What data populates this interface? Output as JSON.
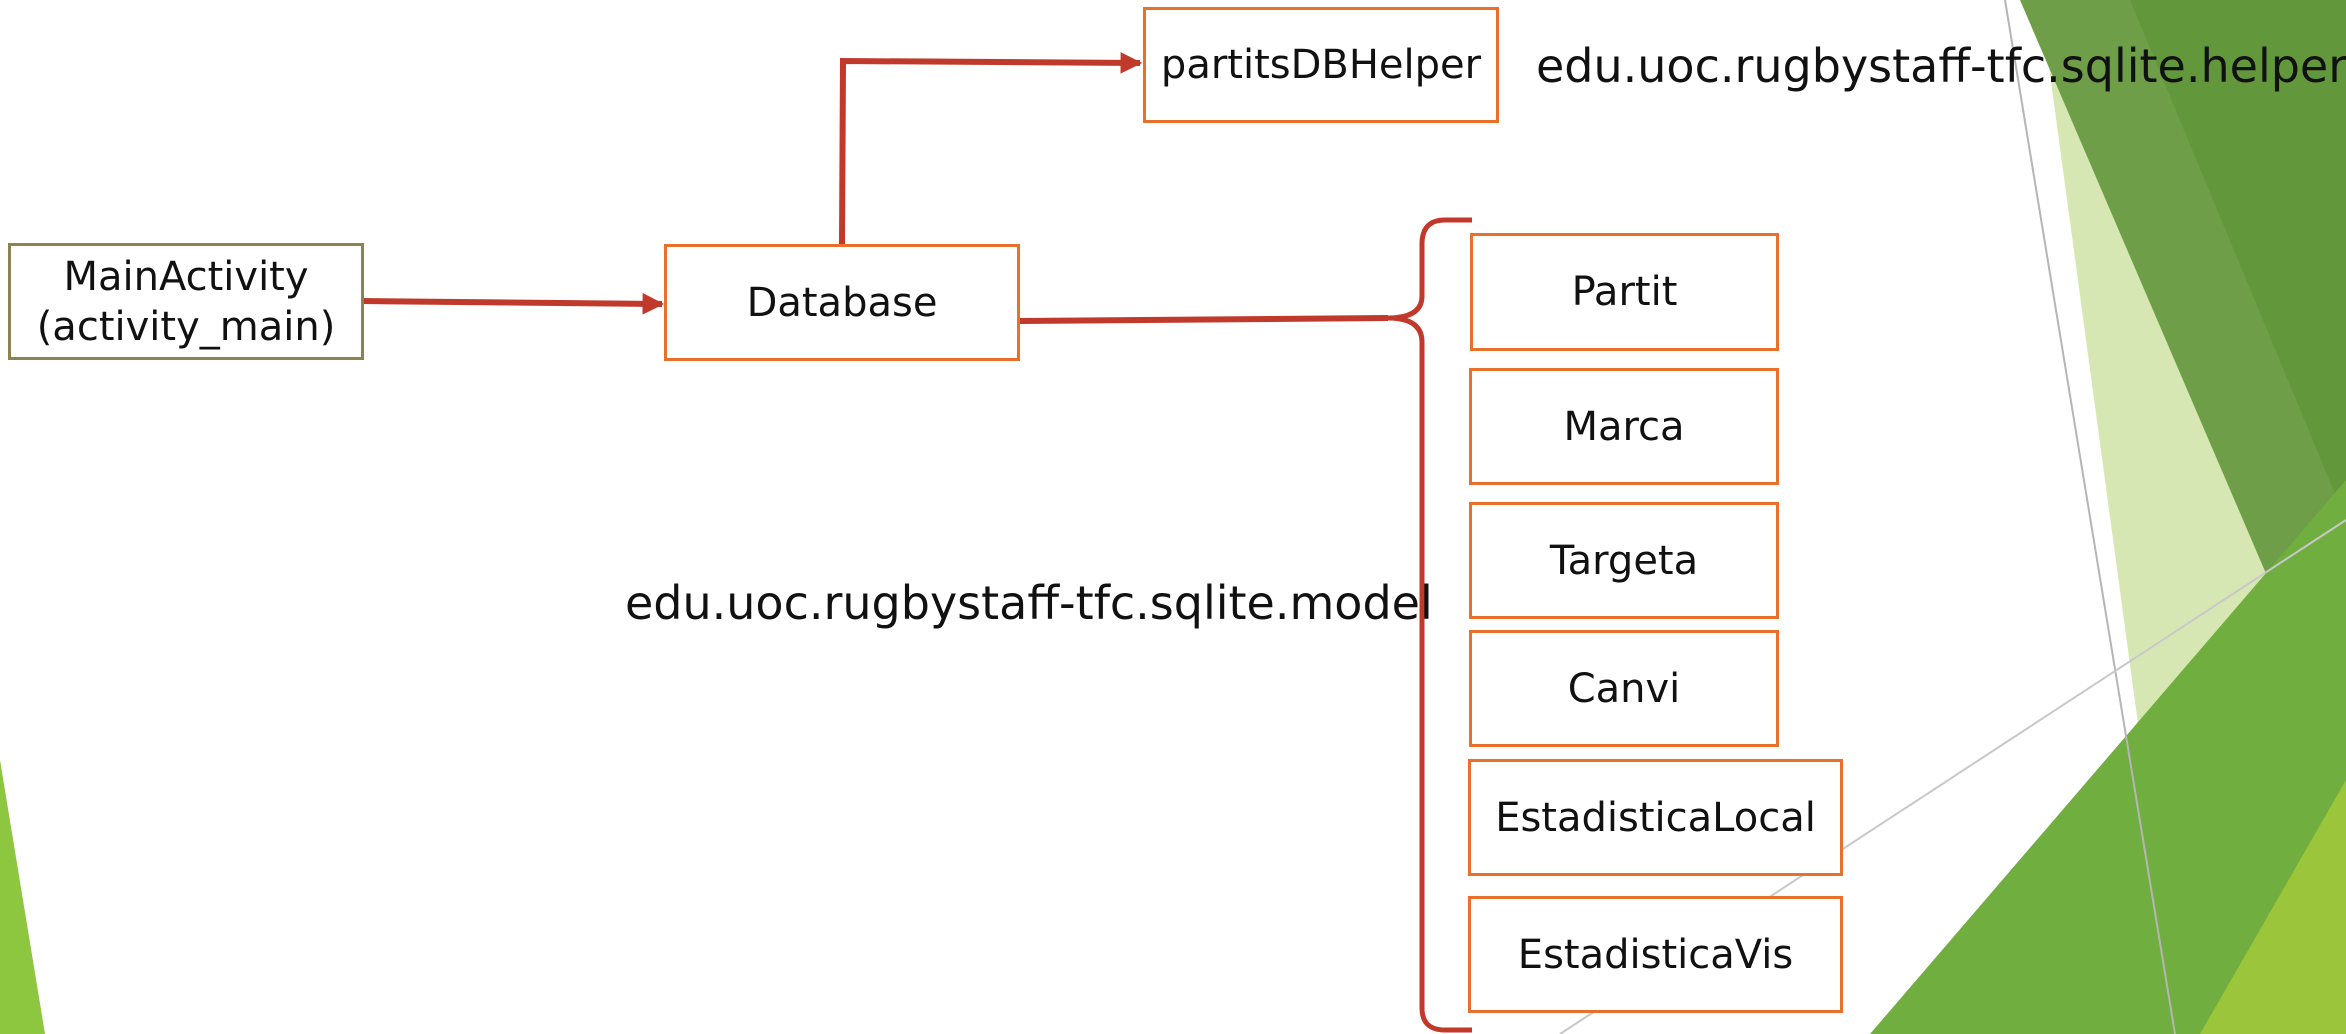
{
  "diagram": {
    "main_activity": {
      "name": "MainActivity",
      "layout": "(activity_main)"
    },
    "database": "Database",
    "helper": {
      "class": "partitsDBHelper",
      "package": "edu.uoc.rugbystaff-tfc.sqlite.helper"
    },
    "model": {
      "package": "edu.uoc.rugbystaff-tfc.sqlite.model",
      "classes": [
        "Partit",
        "Marca",
        "Targeta",
        "Canvi",
        "EstadisticaLocal",
        "EstadisticaVis"
      ]
    },
    "colors": {
      "arrow": "#c0392b",
      "box_border": "#e8702a",
      "main_border": "#8c8351",
      "accent_green": "#8dc63f"
    }
  }
}
